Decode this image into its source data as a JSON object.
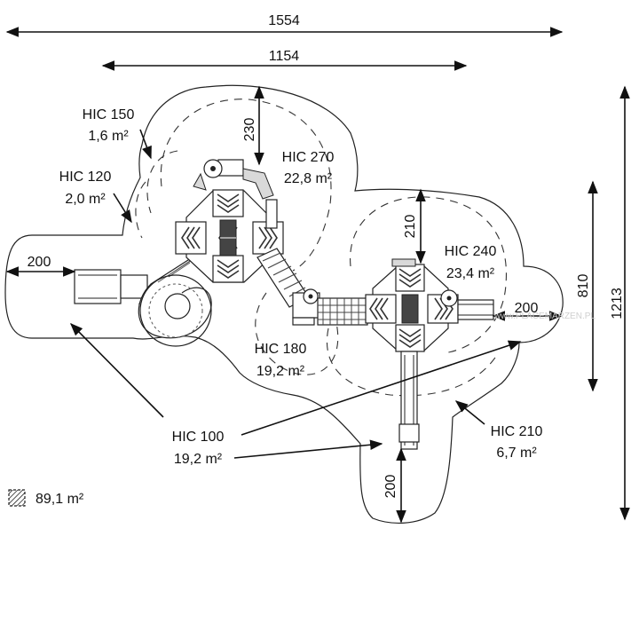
{
  "dimensions": {
    "overall_width": "1554",
    "inner_width": "1154",
    "overall_height": "1213",
    "partial_height": "810",
    "top_clearance": "230",
    "right_tower_clearance": "210",
    "left_clearance": "200",
    "right_clearance": "200",
    "bottom_clearance": "200"
  },
  "zones": [
    {
      "hic": "HIC 150",
      "area": "1,6 m²"
    },
    {
      "hic": "HIC 120",
      "area": "2,0 m²"
    },
    {
      "hic": "HIC 270",
      "area": "22,8 m²"
    },
    {
      "hic": "HIC 240",
      "area": "23,4 m²"
    },
    {
      "hic": "HIC 180",
      "area": "19,2 m²"
    },
    {
      "hic": "HIC 100",
      "area": "19,2 m²"
    },
    {
      "hic": "HIC 210",
      "area": "6,7 m²"
    }
  ],
  "legend": {
    "total_area": "89,1 m²",
    "icon": "hatched-square-icon"
  },
  "watermark": "www.PLACEMARZEN.PL"
}
